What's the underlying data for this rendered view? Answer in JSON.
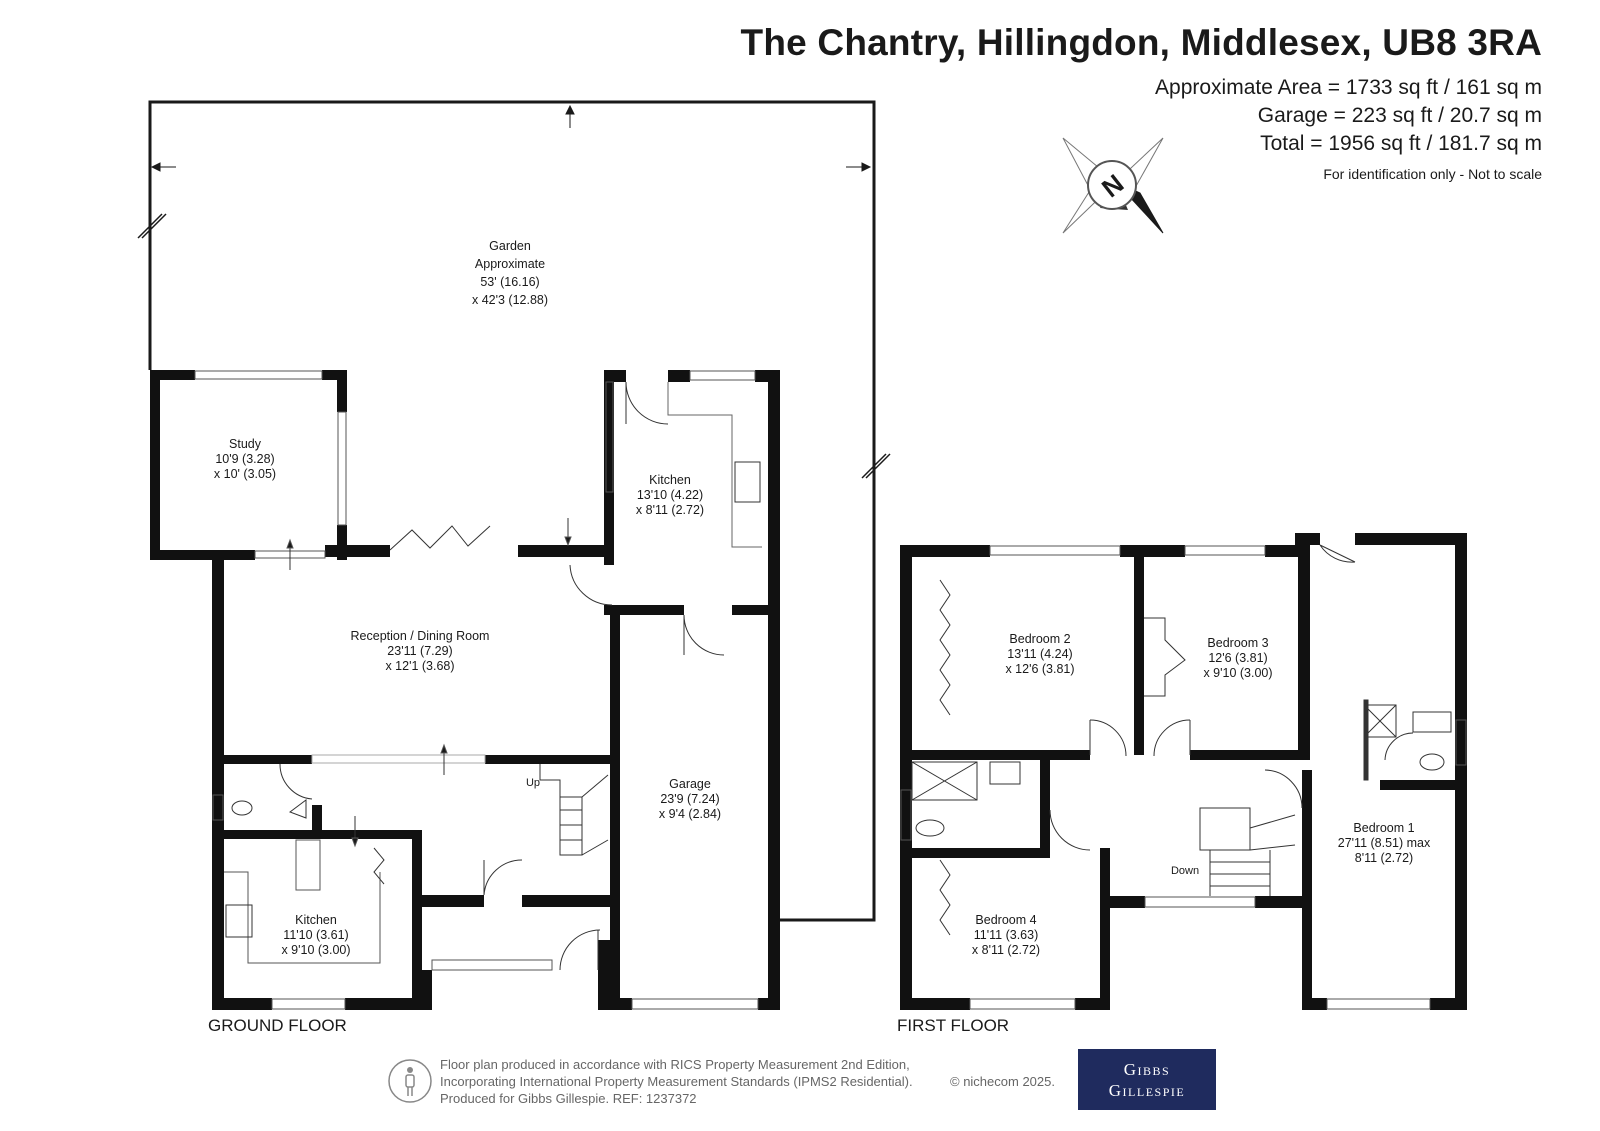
{
  "header": {
    "title": "The Chantry, Hillingdon, Middlesex, UB8 3RA",
    "area": "Approximate Area = 1733 sq ft / 161 sq m",
    "garage": "Garage = 223 sq ft / 20.7 sq m",
    "total": "Total = 1956 sq ft / 181.7 sq m",
    "note": "For identification only - Not to scale"
  },
  "compass": {
    "label": "N",
    "icon": "compass-icon"
  },
  "ground_floor": {
    "label": "GROUND FLOOR",
    "rooms": {
      "garden": {
        "name": "Garden",
        "sub": "Approximate",
        "dim1": "53' (16.16)",
        "dim2": "x 42'3 (12.88)"
      },
      "study": {
        "name": "Study",
        "dim1": "10'9 (3.28)",
        "dim2": "x 10' (3.05)"
      },
      "kitchen_rear": {
        "name": "Kitchen",
        "dim1": "13'10 (4.22)",
        "dim2": "x 8'11 (2.72)"
      },
      "reception": {
        "name": "Reception / Dining Room",
        "dim1": "23'11 (7.29)",
        "dim2": "x 12'1 (3.68)"
      },
      "garage": {
        "name": "Garage",
        "dim1": "23'9 (7.24)",
        "dim2": "x 9'4 (2.84)"
      },
      "kitchen_front": {
        "name": "Kitchen",
        "dim1": "11'10 (3.61)",
        "dim2": "x 9'10 (3.00)"
      }
    },
    "stairs_label": "Up"
  },
  "first_floor": {
    "label": "FIRST FLOOR",
    "rooms": {
      "bedroom2": {
        "name": "Bedroom 2",
        "dim1": "13'11 (4.24)",
        "dim2": "x 12'6 (3.81)"
      },
      "bedroom3": {
        "name": "Bedroom 3",
        "dim1": "12'6 (3.81)",
        "dim2": "x 9'10 (3.00)"
      },
      "bedroom1": {
        "name": "Bedroom 1",
        "dim1": "27'11 (8.51) max",
        "dim2": "8'11 (2.72)"
      },
      "bedroom4": {
        "name": "Bedroom 4",
        "dim1": "11'11 (3.63)",
        "dim2": "x 8'11 (2.72)"
      }
    },
    "stairs_label": "Down"
  },
  "footer": {
    "line1": "Floor plan produced in accordance with RICS Property Measurement 2nd Edition,",
    "line2": "Incorporating International Property Measurement Standards (IPMS2 Residential).",
    "line3": "Produced for Gibbs Gillespie.   REF:  1237372",
    "copyright": "© nichecom 2025.",
    "brand_top": "Gibbs",
    "brand_bottom": "Gillespie"
  }
}
